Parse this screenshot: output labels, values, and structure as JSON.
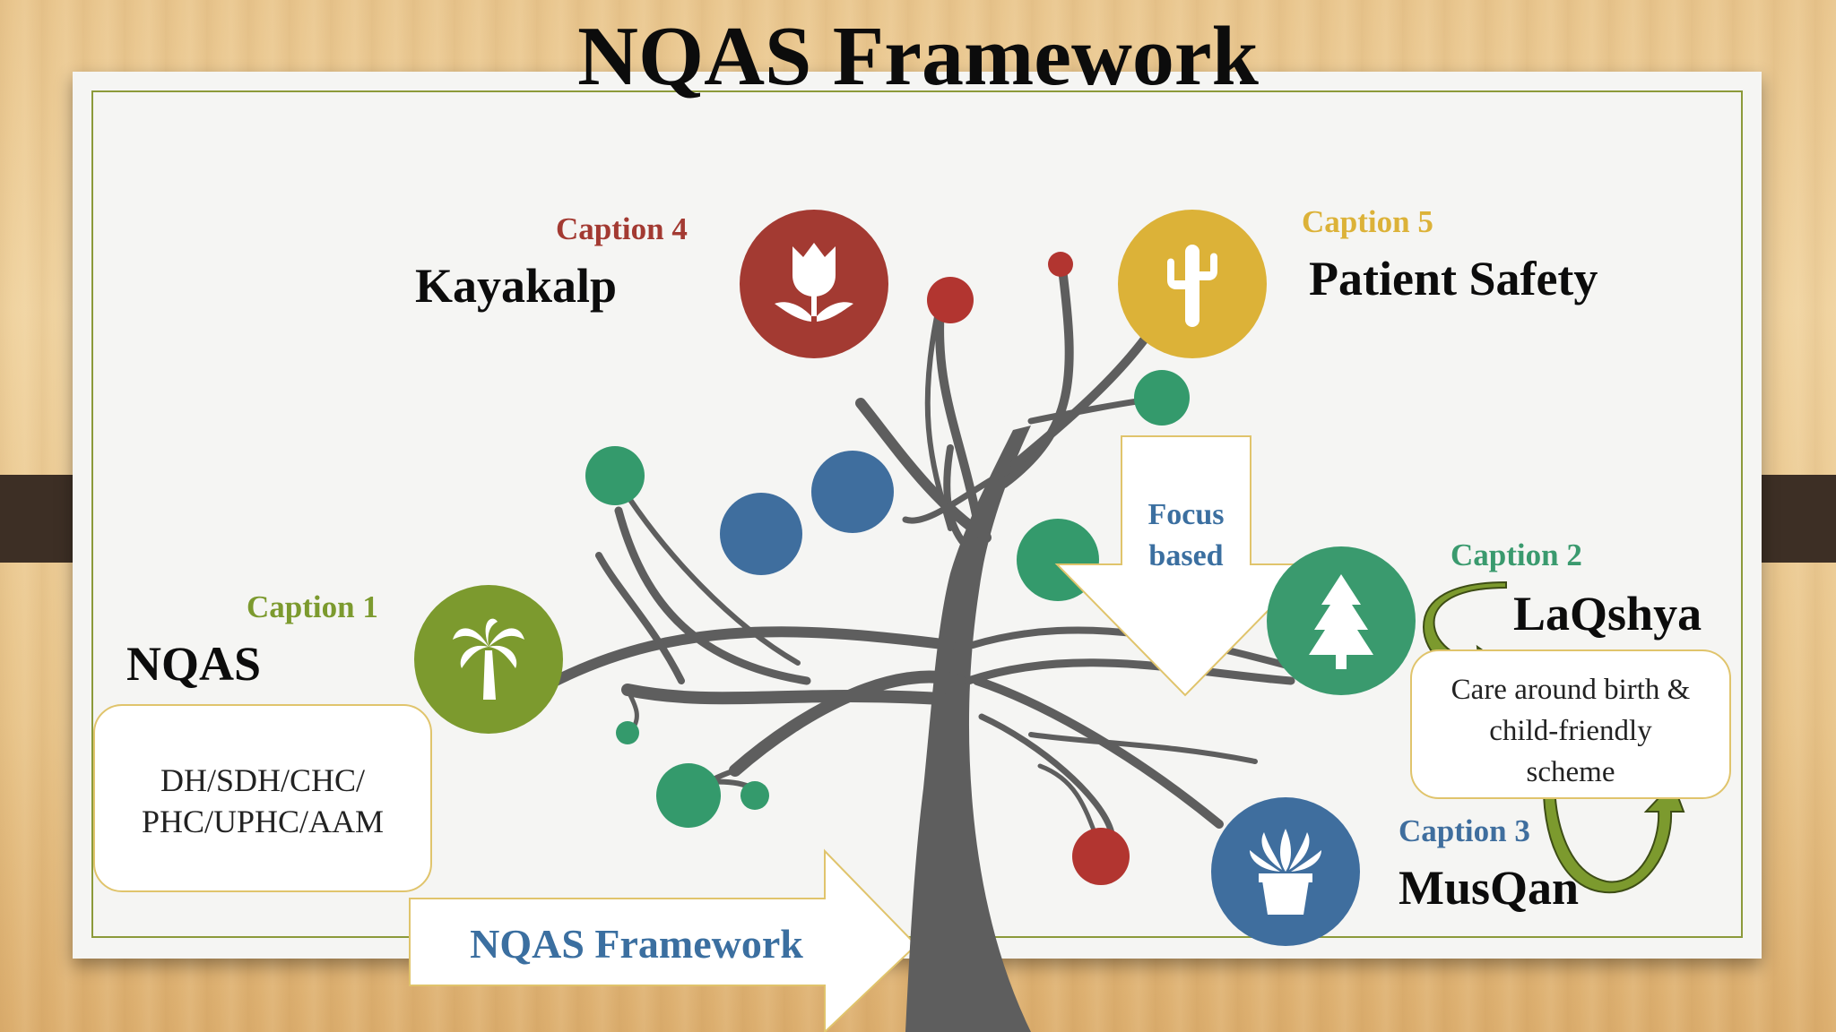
{
  "title": "NQAS Framework",
  "captions": {
    "c1": {
      "label": "Caption 1",
      "heading": "NQAS",
      "body": "DH/SDH/CHC/\nPHC/UPHC/AAM"
    },
    "c2": {
      "label": "Caption 2",
      "heading": "LaQshya",
      "body": "Care around birth &\nchild-friendly\nscheme"
    },
    "c3": {
      "label": "Caption 3",
      "heading": "MusQan"
    },
    "c4": {
      "label": "Caption 4",
      "heading": "Kayakalp"
    },
    "c5": {
      "label": "Caption 5",
      "heading": "Patient Safety"
    }
  },
  "arrows": {
    "down": "Focus\nbased",
    "right": "NQAS Framework"
  },
  "icons": {
    "c1": "palm-tree-icon",
    "c2": "pine-tree-icon",
    "c3": "potted-plant-icon",
    "c4": "tulip-icon",
    "c5": "cactus-icon"
  },
  "colors": {
    "c1": "#7c9a2e",
    "c2": "#3a9a6e",
    "c3": "#3f6e9e",
    "c4": "#a33a32",
    "c5": "#dcb238",
    "trunk": "#5a5a5a",
    "accent_green": "#349a6c",
    "accent_blue": "#3f6e9e",
    "accent_red": "#b23530"
  }
}
